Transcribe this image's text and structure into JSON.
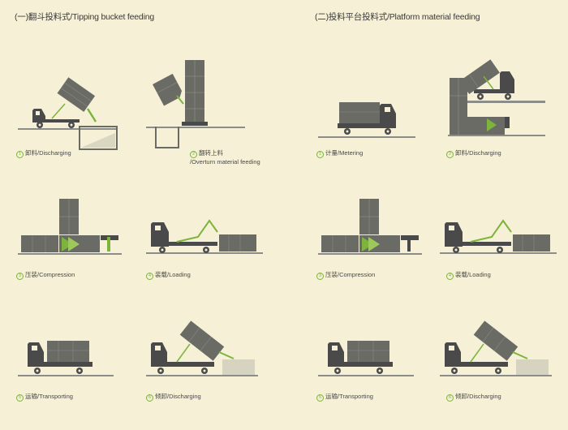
{
  "titles": {
    "left": "(一)翻斗投料式/Tipping bucket feeding",
    "right": "(二)投料平台投料式/Platform material feeding"
  },
  "colors": {
    "background": "#f5f0d6",
    "truck": "#4a4a4a",
    "container": "#6b6b66",
    "accent": "#7db43c",
    "ground": "#8c8c88"
  },
  "left_steps": [
    {
      "num": "1",
      "label": "卸料/Discharging"
    },
    {
      "num": "2",
      "label": "翻转上料",
      "label2": "/Overturn material feeding"
    },
    {
      "num": "3",
      "label": "压装/Compression"
    },
    {
      "num": "4",
      "label": "装载/Loading"
    },
    {
      "num": "5",
      "label": "运输/Transporting"
    },
    {
      "num": "6",
      "label": "倾卸/Discharging"
    }
  ],
  "right_steps": [
    {
      "num": "1",
      "label": "计量/Metering"
    },
    {
      "num": "2",
      "label": "卸料/Discharging"
    },
    {
      "num": "3",
      "label": "压装/Compression"
    },
    {
      "num": "4",
      "label": "装载/Loading"
    },
    {
      "num": "5",
      "label": "运输/Transporting"
    },
    {
      "num": "6",
      "label": "倾卸/Discharging"
    }
  ]
}
